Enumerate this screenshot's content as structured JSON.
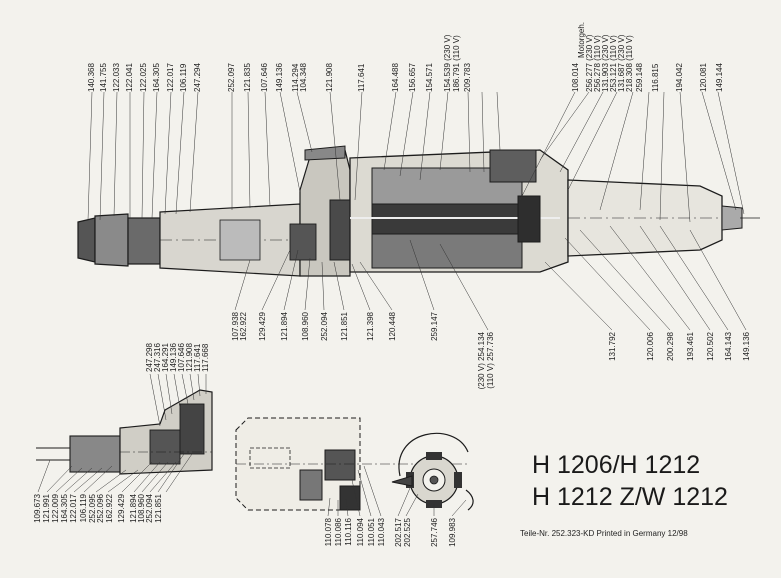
{
  "title": {
    "line1": "H 1206/H 1212",
    "line2": "H 1212 Z/W 1212"
  },
  "footer": {
    "text": "Teile-Nr. 252.323-KD  Printed in Germany  12/98"
  },
  "main_top_labels": [
    "140.368",
    "141.755",
    "122.033",
    "122.041",
    "122.025",
    "164.305",
    "122.017",
    "106.119",
    "247.294",
    "252.097",
    "121.835",
    "107.646",
    "149.136",
    "114.294",
    "104.348",
    "121.908",
    "117.641",
    "164.488",
    "156.657",
    "154.571",
    "154.539 (230 V)",
    "186.791 (110 V)",
    "209.783",
    "108.014",
    "Motorgeh.",
    "256.277 (230 V)",
    "256.278 (110 V)",
    "131.903 (230 V)",
    "253.121 (110 V)",
    "131.687 (230 V)",
    "218.308 (110 V)",
    "259.148",
    "116.815",
    "194.042",
    "120.081",
    "149.144"
  ],
  "main_bottom_labels": [
    "107.938",
    "162.922",
    "129.429",
    "121.894",
    "108.960",
    "252.094",
    "121.851",
    "121.398",
    "120.448",
    "259.147",
    "(230 V) 254.134",
    "(110 V) 257.736",
    "131.792",
    "120.006",
    "200.298",
    "193.461",
    "120.502",
    "164.143",
    "149.136"
  ],
  "left_top_labels": [
    "247.298",
    "247.316",
    "164.291",
    "149.136",
    "107.646",
    "121.908",
    "117.641",
    "117.668"
  ],
  "left_bottom_labels": [
    "109.673",
    "121.991",
    "122.009",
    "164.305",
    "122.017",
    "106.119",
    "252.095",
    "252.096",
    "162.922",
    "129.429",
    "121.894",
    "108.960",
    "252.094",
    "121.851"
  ],
  "center_bottom_labels": [
    "110.078",
    "110.086",
    "110.116",
    "110.094",
    "110.051",
    "110.043",
    "202.517",
    "202.525",
    "257.746",
    "109.983"
  ]
}
